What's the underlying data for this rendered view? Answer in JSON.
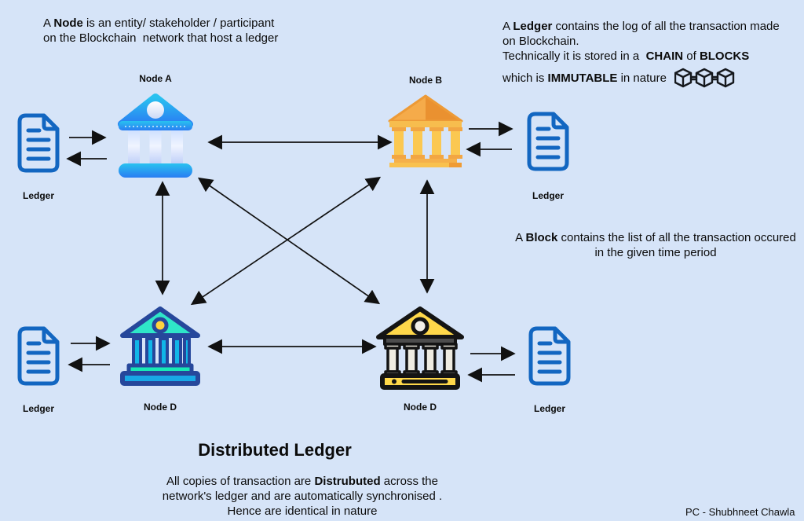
{
  "notes": {
    "node": {
      "l1_pre": "A ",
      "l1_bold": "Node",
      "l1_post": " is an entity/ stakeholder / participant",
      "l2": "on the Blockchain  network that host a ledger"
    },
    "ledger": {
      "l1_pre": "A ",
      "l1_bold": "Ledger",
      "l1_post": " contains the log of all the transaction made",
      "l2": "on Blockchain.",
      "l3_pre": "Technically it is stored in a  ",
      "l3_bold1": "CHAIN",
      "l3_mid": " of ",
      "l3_bold2": "BLOCKS",
      "l4_pre": "which is ",
      "l4_bold": "IMMUTABLE",
      "l4_post": " in nature"
    },
    "block": {
      "l1_pre": "A ",
      "l1_bold": "Block",
      "l1_post": " contains the list of all the transaction occured",
      "l2": "in the given time period"
    },
    "distributed": {
      "title": "Distributed Ledger",
      "l1_pre": "All copies of transaction are ",
      "l1_bold": "Distrubuted",
      "l1_post": " across the",
      "l2": "network's ledger and are automatically synchronised .",
      "l3": "Hence are identical in nature"
    }
  },
  "nodes": {
    "a": "Node A",
    "b": "Node B",
    "c": "Node D",
    "d": "Node D"
  },
  "ledger_label": "Ledger",
  "credit": "PC - Shubhneet Chawla",
  "colors": {
    "background": "#d6e4f8",
    "arrow": "#111111",
    "ledger_icon_blue": "#1266c1",
    "node_a_blue_top": "#29c2f0",
    "node_a_blue_bottom": "#2a7df2",
    "node_b_orange": "#f2a247",
    "node_c_navy": "#26479b",
    "node_c_teal": "#2fe6c8",
    "node_c_cyan": "#10b6e8",
    "node_d_yellow": "#ffd84a",
    "text": "#0b0b0b"
  }
}
